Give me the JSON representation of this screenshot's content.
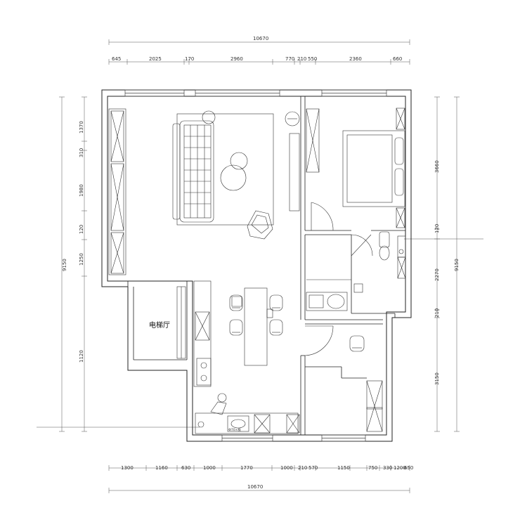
{
  "plan": {
    "room_labels": {
      "elevator_hall": "电梯厅"
    },
    "fixture_labels": {
      "washer": "Ф70×板"
    },
    "dims_top": {
      "total": "10670",
      "segments": [
        "645",
        "2025",
        "170",
        "2960",
        "770",
        "210",
        "550",
        "2360",
        "660"
      ]
    },
    "dims_bottom": {
      "total": "10670",
      "segments": [
        "1300",
        "1160",
        "630",
        "1000",
        "1770",
        "1000",
        "210",
        "570",
        "1150",
        "750",
        "330",
        "1200",
        "650"
      ]
    },
    "dims_left": {
      "total": "9150",
      "segments": [
        "1370",
        "310",
        "1980",
        "120",
        "1250",
        "1120"
      ]
    },
    "dims_right": {
      "total": "9150",
      "segments": [
        "3660",
        "120",
        "2270",
        "210",
        "3150"
      ]
    }
  }
}
